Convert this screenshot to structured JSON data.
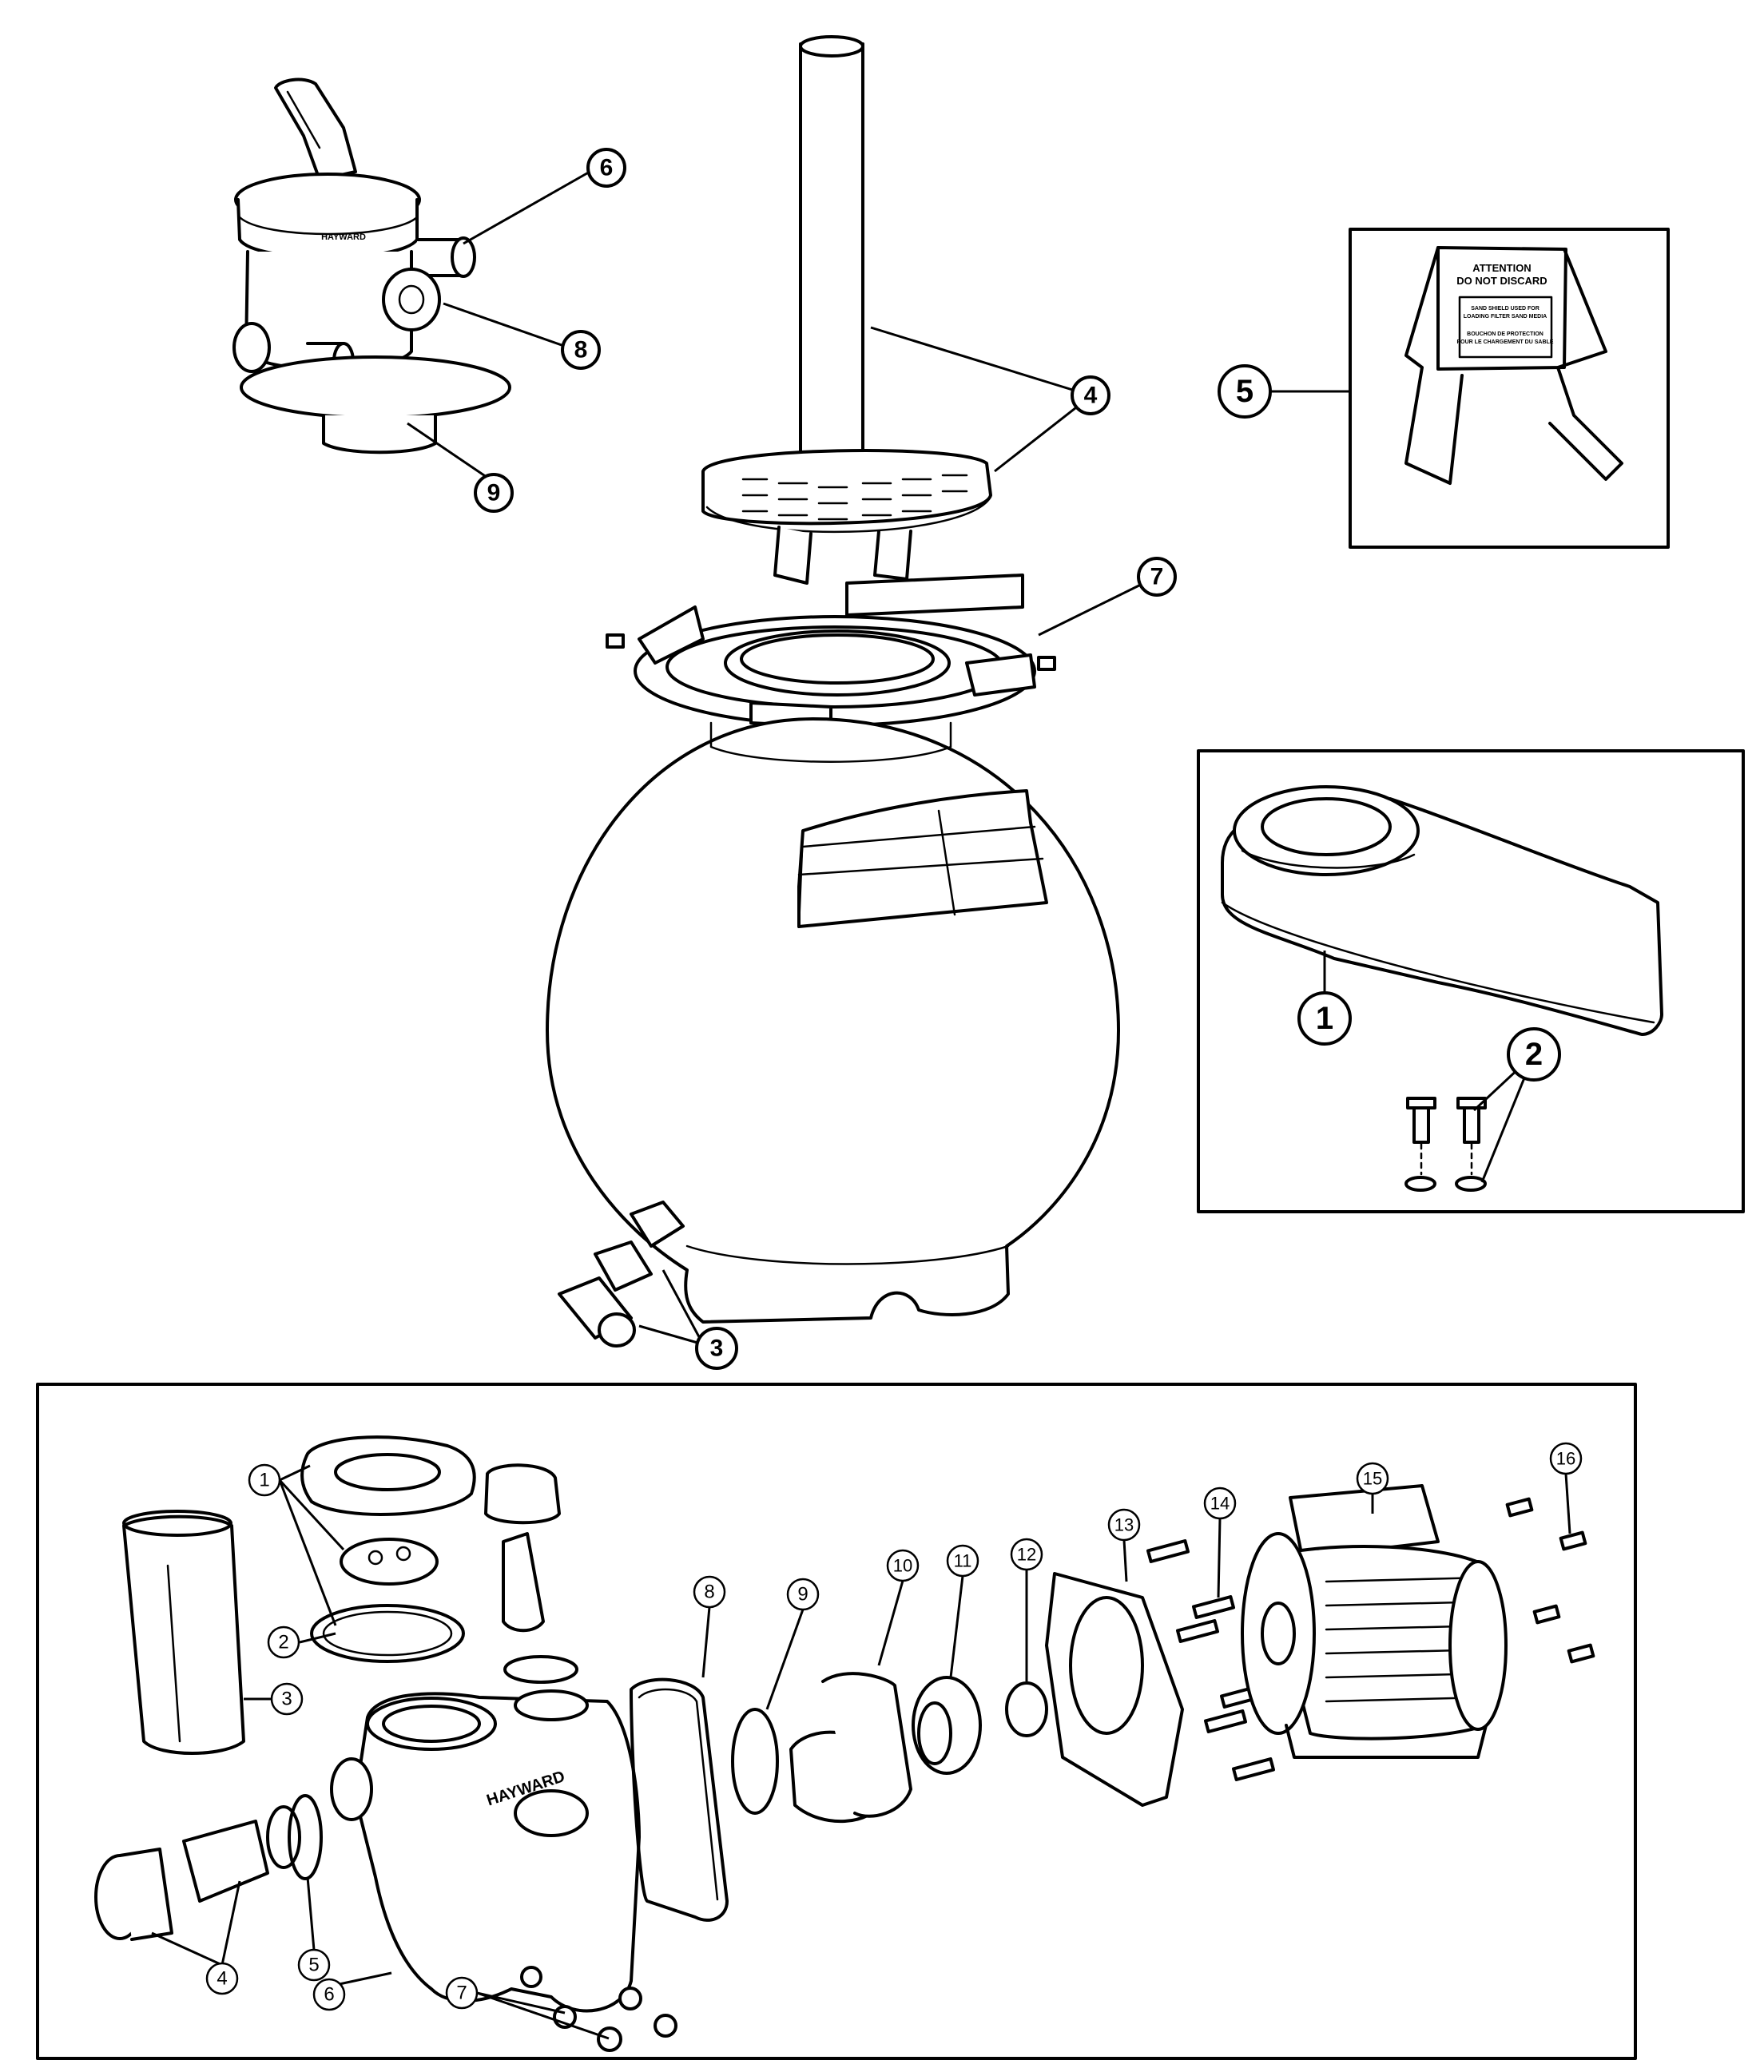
{
  "filter_callouts": {
    "c1": "1",
    "c2": "2",
    "c3": "3",
    "c4": "4",
    "c5": "5",
    "c6": "6",
    "c7": "7",
    "c8": "8",
    "c9": "9"
  },
  "pump_callouts": {
    "p1": "1",
    "p2": "2",
    "p3": "3",
    "p4": "4",
    "p5": "5",
    "p6": "6",
    "p7": "7",
    "p8": "8",
    "p9": "9",
    "p10": "10",
    "p11": "11",
    "p12": "12",
    "p13": "13",
    "p14": "14",
    "p15": "15",
    "p16": "16"
  },
  "tag": {
    "line1": "ATTENTION",
    "line2": "DO NOT DISCARD",
    "line3": "SAND SHIELD USED FOR",
    "line4": "LOADING FILTER SAND MEDIA",
    "line5": "BOUCHON DE PROTECTION",
    "line6": "POUR LE CHARGEMENT DU SABLE"
  },
  "pump_brand": "HAYWARD"
}
